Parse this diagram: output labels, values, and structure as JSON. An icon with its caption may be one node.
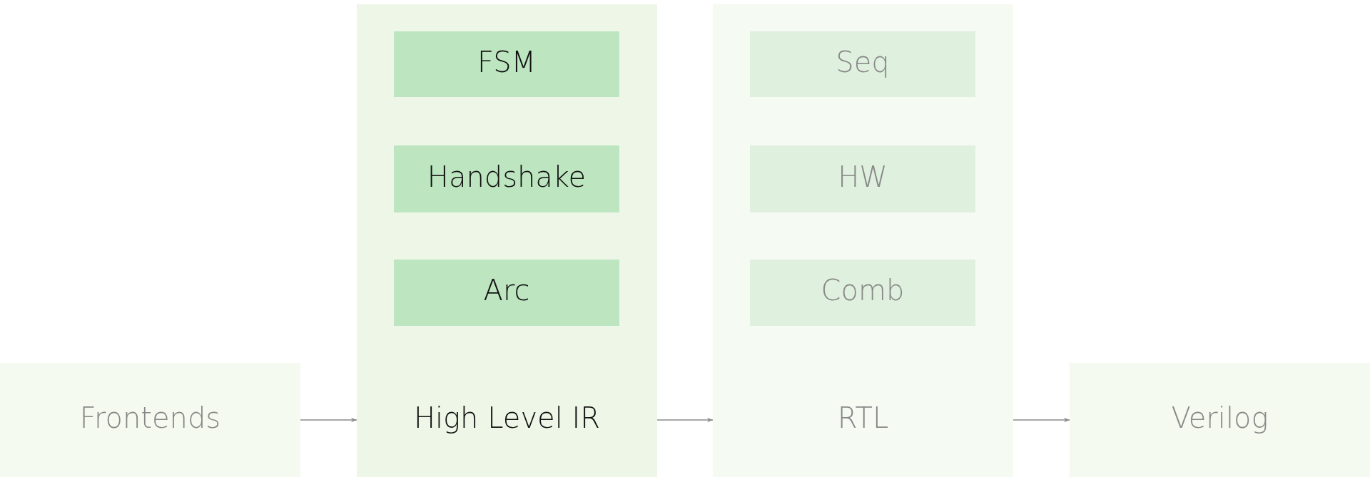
{
  "diagram": {
    "nodes": [
      {
        "text": [
          "Frontends"
        ]
      },
      {
        "text": [
          "High Level IR"
        ]
      },
      {
        "text": [
          "FSM"
        ],
        "in": 1
      },
      {
        "text": [
          "Handshake"
        ],
        "in": 1
      },
      {
        "text": [
          "Arc"
        ],
        "in": 1
      },
      {
        "text": [
          "RTL"
        ]
      },
      {
        "text": [
          "Seq"
        ],
        "in": 5
      },
      {
        "text": [
          "HW"
        ],
        "in": 5
      },
      {
        "text": [
          "Comb"
        ],
        "in": 5
      },
      {
        "text": [
          "Verilog"
        ]
      }
    ],
    "edges": [
      {
        "from": 0,
        "to": 1,
        "arrow": "to"
      },
      {
        "from": 1,
        "to": 5,
        "arrow": "to"
      },
      {
        "from": 5,
        "to": 9,
        "arrow": "to"
      }
    ]
  }
}
